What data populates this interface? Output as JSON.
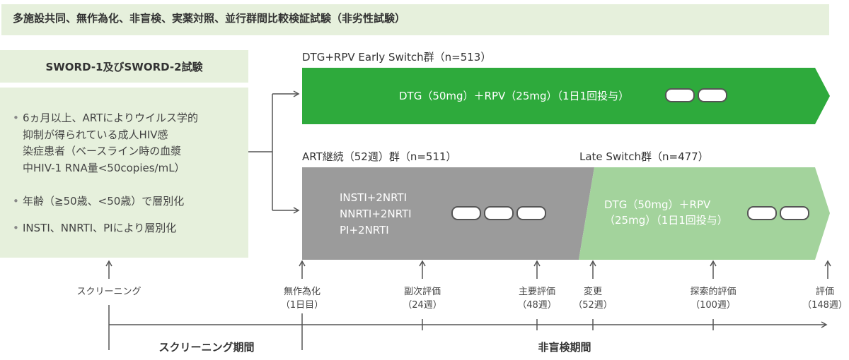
{
  "header": {
    "title": "多施設共同、無作為化、非盲検、実薬対照、並行群間比較検証試験（非劣性試験）"
  },
  "study": {
    "name": "SWORD-1及びSWORD-2試験",
    "criteria": [
      [
        "6ヵ月以上、ARTによりウイルス学的",
        "抑制が得られている成人HIV感",
        "染症患者（ベースライン時の血漿",
        "中HIV-1 RNA量<50copies/mL）"
      ],
      [
        "年齢（≧50歳、<50歳）で層別化"
      ],
      [
        "INSTI、NNRTI、PIにより層別化"
      ]
    ]
  },
  "arms": {
    "early": {
      "label": "DTG+RPV Early Switch群（n=513）",
      "regimen": "DTG（50mg）＋RPV（25mg）（1日1回投与）",
      "color": "#2eaa3c"
    },
    "art": {
      "label": "ART継続（52週）群（n=511）",
      "regimens": [
        "INSTI+2NRTI",
        "NNRTI+2NRTI",
        "PI+2NRTI"
      ],
      "color": "#9b9b9b"
    },
    "late": {
      "label": "Late Switch群（n=477）",
      "regimen": [
        "DTG（50mg）＋RPV",
        "（25mg）（1日1回投与）"
      ],
      "color": "#a3d39c"
    }
  },
  "timeline": {
    "screening": "スクリーニング",
    "points": [
      {
        "label": "無作為化",
        "sub": "（1日目）"
      },
      {
        "label": "副次評価",
        "sub": "（24週）"
      },
      {
        "label": "主要評価",
        "sub": "（48週）"
      },
      {
        "label": "変更",
        "sub": "（52週）"
      },
      {
        "label": "探索的評価",
        "sub": "（100週）"
      },
      {
        "label": "評価",
        "sub": "（148週）"
      }
    ],
    "periods": {
      "screening": "スクリーニング期間",
      "open_label": "非盲検期間"
    }
  },
  "colors": {
    "band": "#e6f0dc",
    "line": "#555555"
  }
}
